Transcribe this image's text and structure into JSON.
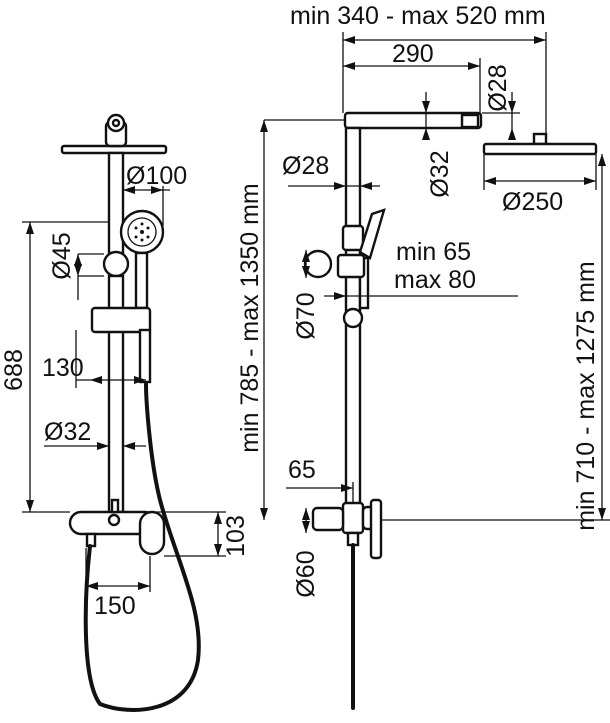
{
  "labels": {
    "overall_width": "min 340 - max 520 mm",
    "arm_290": "290",
    "dia_28_top": "Ø28",
    "dia_32_right": "Ø32",
    "dia_250": "Ø250",
    "dia_28_left": "Ø28",
    "min_65": "min 65",
    "max_80": "max 80",
    "dia_70": "Ø70",
    "height_left": "min 785 - max 1350 mm",
    "height_right": "min 710 - max 1275 mm",
    "dim_65": "65",
    "dia_60": "Ø60",
    "dia_100": "Ø100",
    "dia_45": "Ø45",
    "dim_688": "688",
    "dim_130": "130",
    "dia_32_left": "Ø32",
    "dim_103": "103",
    "dim_150": "150"
  }
}
